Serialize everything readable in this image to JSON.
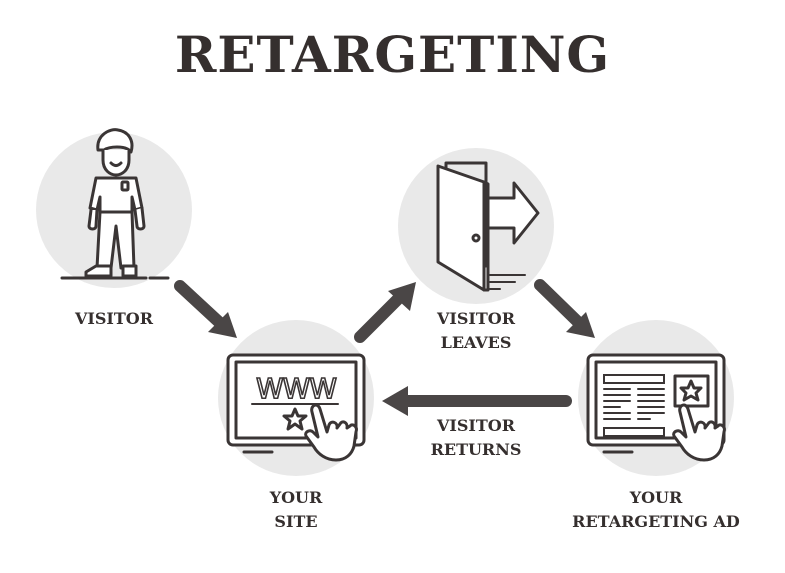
{
  "title": "RETARGETING",
  "nodes": {
    "visitor": {
      "label_line1": "VISITOR",
      "icon": "person-icon"
    },
    "visitor_leaves": {
      "label_line1": "VISITOR",
      "label_line2": "LEAVES",
      "icon": "open-door-exit-icon"
    },
    "your_site": {
      "label_line1": "YOUR",
      "label_line2": "SITE",
      "icon": "website-touch-icon",
      "screen_text": "WWW"
    },
    "retargeting_ad": {
      "label_line1": "YOUR",
      "label_line2": "RETARGETING AD",
      "icon": "ad-touch-icon"
    }
  },
  "edges": [
    {
      "from": "visitor",
      "to": "your_site"
    },
    {
      "from": "your_site",
      "to": "visitor_leaves"
    },
    {
      "from": "visitor_leaves",
      "to": "retargeting_ad"
    },
    {
      "from": "retargeting_ad",
      "to": "your_site",
      "label_line1": "VISITOR",
      "label_line2": "RETURNS"
    }
  ]
}
